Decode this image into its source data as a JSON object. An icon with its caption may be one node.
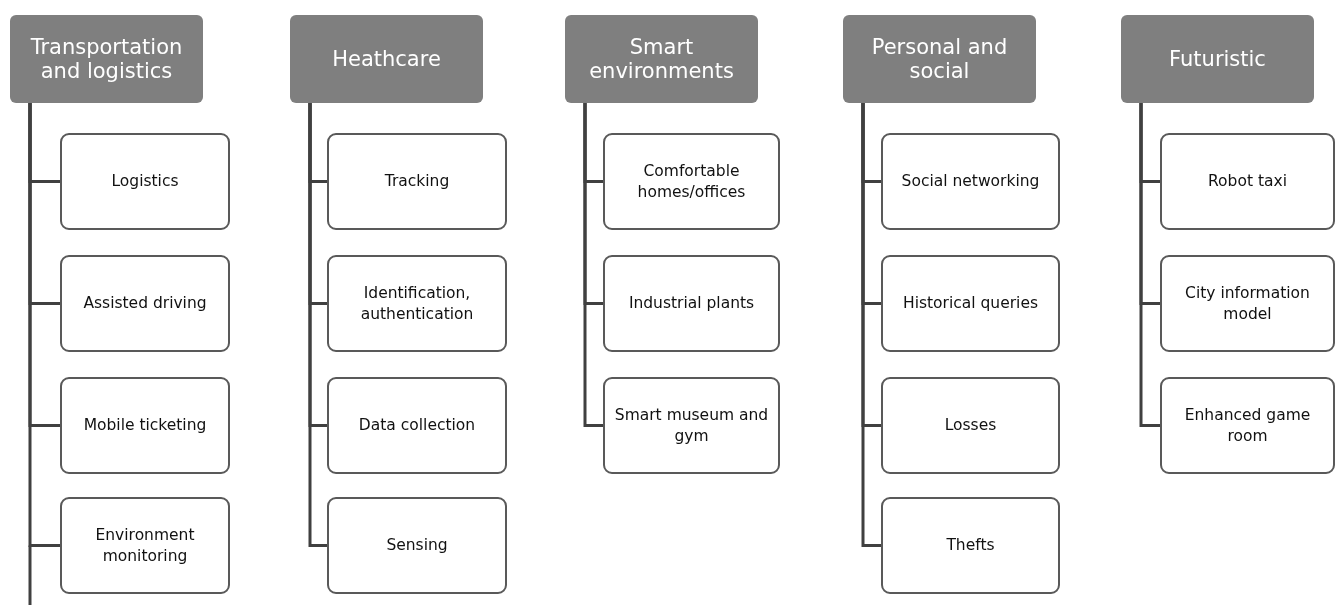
{
  "diagram": {
    "nodes": [
      {
        "text": [
          "Transportation and logistics"
        ]
      },
      {
        "text": [
          "Logistics"
        ]
      },
      {
        "text": [
          "Assisted driving"
        ]
      },
      {
        "text": [
          "Mobile ticketing"
        ]
      },
      {
        "text": [
          "Environment monitoring"
        ]
      },
      {
        "text": [
          "Heathcare"
        ]
      },
      {
        "text": [
          "Tracking"
        ]
      },
      {
        "text": [
          "Identification, authentication"
        ]
      },
      {
        "text": [
          "Data collection"
        ]
      },
      {
        "text": [
          "Sensing"
        ]
      },
      {
        "text": [
          "Smart environments"
        ]
      },
      {
        "text": [
          "Comfortable homes/offices"
        ]
      },
      {
        "text": [
          "Industrial plants"
        ]
      },
      {
        "text": [
          "Smart museum and gym"
        ]
      },
      {
        "text": [
          "Personal and social"
        ]
      },
      {
        "text": [
          "Social networking"
        ]
      },
      {
        "text": [
          "Historical queries"
        ]
      },
      {
        "text": [
          "Losses"
        ]
      },
      {
        "text": [
          "Thefts"
        ]
      },
      {
        "text": [
          "Futuristic"
        ]
      },
      {
        "text": [
          "Robot taxi"
        ]
      },
      {
        "text": [
          "City information model"
        ]
      },
      {
        "text": [
          "Enhanced game room"
        ]
      }
    ],
    "edges": [
      {
        "from": 0,
        "to": 1,
        "arrow": "none"
      },
      {
        "from": 0,
        "to": 2,
        "arrow": "none"
      },
      {
        "from": 0,
        "to": 3,
        "arrow": "none"
      },
      {
        "from": 0,
        "to": 4,
        "arrow": "none"
      },
      {
        "from": 5,
        "to": 6,
        "arrow": "none"
      },
      {
        "from": 5,
        "to": 7,
        "arrow": "none"
      },
      {
        "from": 5,
        "to": 8,
        "arrow": "none"
      },
      {
        "from": 5,
        "to": 9,
        "arrow": "none"
      },
      {
        "from": 10,
        "to": 11,
        "arrow": "none"
      },
      {
        "from": 10,
        "to": 12,
        "arrow": "none"
      },
      {
        "from": 10,
        "to": 13,
        "arrow": "none"
      },
      {
        "from": 14,
        "to": 15,
        "arrow": "none"
      },
      {
        "from": 14,
        "to": 16,
        "arrow": "none"
      },
      {
        "from": 14,
        "to": 17,
        "arrow": "none"
      },
      {
        "from": 14,
        "to": 18,
        "arrow": "none"
      },
      {
        "from": 19,
        "to": 20,
        "arrow": "none"
      },
      {
        "from": 19,
        "to": 21,
        "arrow": "none"
      },
      {
        "from": 19,
        "to": 22,
        "arrow": "none"
      }
    ]
  }
}
